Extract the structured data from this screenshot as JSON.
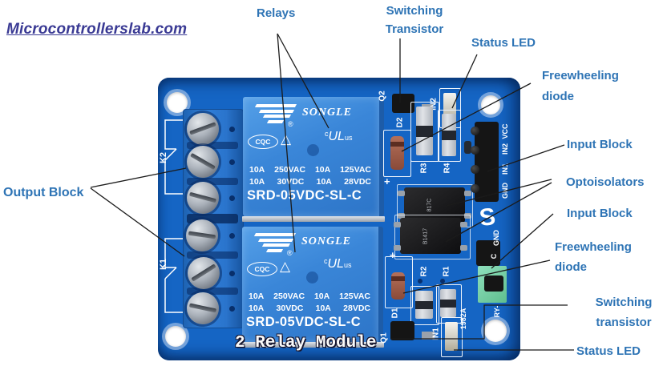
{
  "logo": {
    "text": "Microcontrollerslab.com",
    "color": "#3A3A94"
  },
  "annotation_color": "#2E74B5",
  "annotations": {
    "relays": "Relays",
    "switching_top": {
      "line1": "Switching",
      "line2": "Transistor"
    },
    "status_led_top": "Status LED",
    "freewheeling_top": {
      "line1": "Freewheeling",
      "line2": "diode"
    },
    "input_block_top": "Input Block",
    "optoisolators": "Optoisolators",
    "input_block_bottom": "Input Block",
    "freewheeling_bottom": {
      "line1": "Freewheeling",
      "line2": "diode"
    },
    "switching_bottom": {
      "line1": "Switching",
      "line2": "transistor"
    },
    "status_led_bottom": "Status LED",
    "output_block": "Output Block"
  },
  "board": {
    "title": "2 Relay Module",
    "colors": {
      "pcb": "#1565C4",
      "pcb_edge": "#0A4C9C",
      "relay": "#3F8CDC",
      "terminal_block": "#2B78D2",
      "jumper_green": "#72CFA0",
      "silkscreen": "#FFFFFF"
    },
    "relay": {
      "brand": "SONGLE",
      "reg": "®",
      "cqc": "CQC",
      "triangle": "△",
      "ul_c": "c",
      "ul": "UL",
      "ul_us": "us",
      "ratings_row1": [
        "10A",
        "250VAC",
        "10A",
        "125VAC"
      ],
      "ratings_row2": [
        "10A",
        "30VDC",
        "10A",
        "28VDC"
      ],
      "model": "SRD-05VDC-SL-C"
    },
    "silkscreen": {
      "k2": "K2",
      "k1": "K1",
      "q2": "Q2",
      "q1": "Q1",
      "d2": "D2",
      "d1": "D1",
      "r3": "R3",
      "r4": "R4",
      "r2": "R2",
      "r1": "R1",
      "in2": "IN2",
      "in1": "IN1",
      "plus": "+",
      "gnd": "GND",
      "c": "C",
      "ry": "RY-",
      "batch": "1982A"
    },
    "header_pins": [
      "VCC",
      "IN2",
      "IN1",
      "GND"
    ],
    "opto": {
      "line1": "B1417",
      "line2": "817C"
    },
    "maker_logo": "S"
  }
}
